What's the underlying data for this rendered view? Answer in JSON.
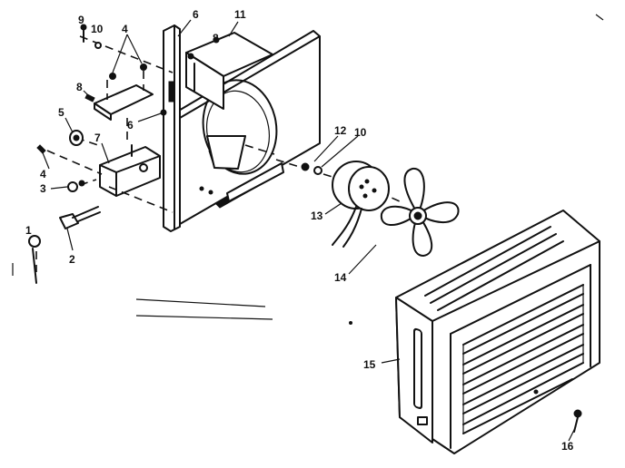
{
  "diagram": {
    "callouts": [
      "1",
      "2",
      "3",
      "4",
      "4",
      "5",
      "6",
      "6",
      "7",
      "8",
      "8",
      "9",
      "10",
      "10",
      "11",
      "12",
      "13",
      "14",
      "15",
      "16"
    ],
    "parts": {
      "screw": "1",
      "switch": "2",
      "nut": "3",
      "screw_small": "4",
      "knob": "5",
      "bracket_post": "6",
      "switch_bracket": "7",
      "screw_washer": "8",
      "screw_top": "9",
      "washer": "10",
      "shroud": "11",
      "lock_nut": "12",
      "motor": "13",
      "fan_blade": "14",
      "grille_cover": "15",
      "cover_screw": "16"
    }
  },
  "colors": {
    "ink": "#111111",
    "paper": "#ffffff"
  }
}
